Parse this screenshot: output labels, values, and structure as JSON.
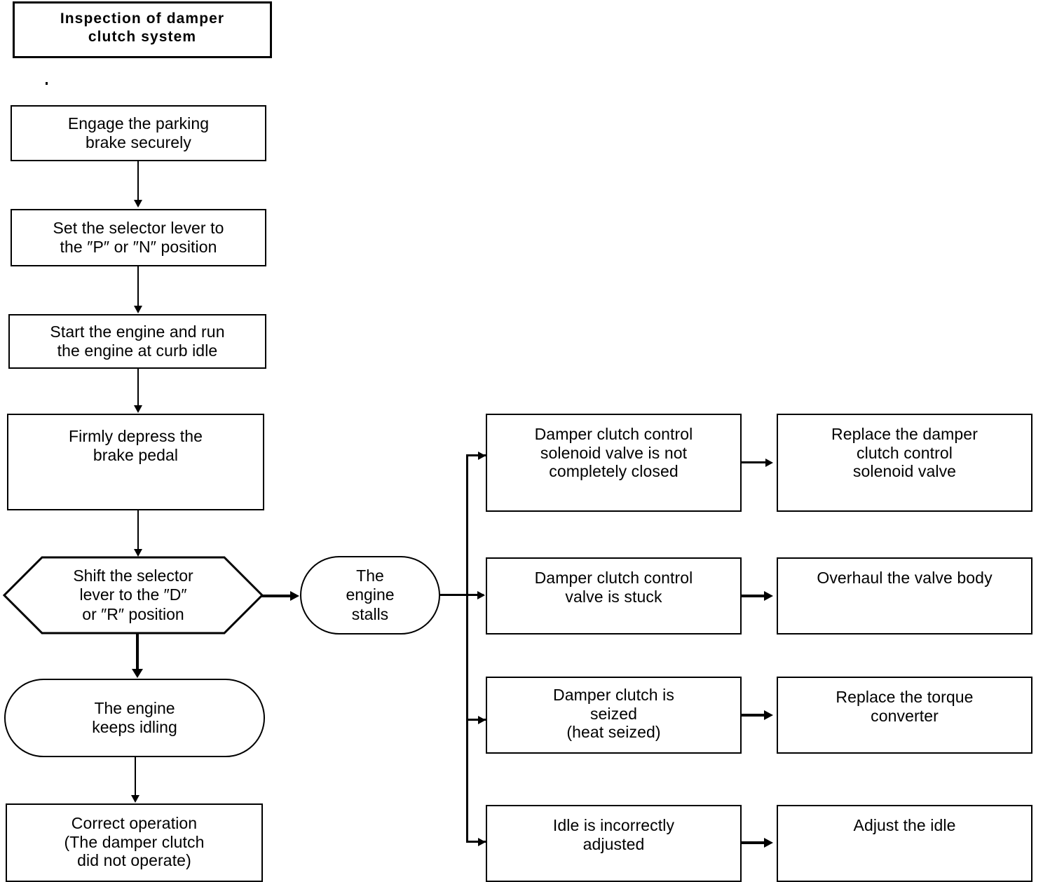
{
  "diagram": {
    "title": "Inspection of damper\nclutch system",
    "left_flow": [
      {
        "id": "engage-brake",
        "label": "Engage the parking\nbrake securely",
        "shape": "process"
      },
      {
        "id": "set-selector",
        "label": "Set the selector lever to\nthe ″P″ or ″N″ position",
        "shape": "process"
      },
      {
        "id": "start-engine",
        "label": "Start the engine and run\nthe engine at curb idle",
        "shape": "process"
      },
      {
        "id": "depress-brake",
        "label": "Firmly depress the\nbrake pedal",
        "shape": "process"
      },
      {
        "id": "shift-selector",
        "label": "Shift the selector\nlever to the ″D″\nor ″R″ position",
        "shape": "hexagon"
      },
      {
        "id": "engine-idles",
        "label": "The engine\nkeeps idling",
        "shape": "terminator"
      },
      {
        "id": "correct-operation",
        "label": "Correct operation\n(The damper clutch\ndid not operate)",
        "shape": "process"
      }
    ],
    "stall_node": {
      "id": "engine-stalls",
      "label": "The\nengine\nstalls",
      "shape": "terminator"
    },
    "causes": [
      {
        "id": "cause-solenoid",
        "label": "Damper clutch control\nsolenoid valve is not\ncompletely closed"
      },
      {
        "id": "cause-control-valve",
        "label": "Damper clutch control\nvalve is stuck"
      },
      {
        "id": "cause-seized",
        "label": "Damper clutch is\nseized\n(heat seized)"
      },
      {
        "id": "cause-idle",
        "label": "Idle is incorrectly\nadjusted"
      }
    ],
    "remedies": [
      {
        "id": "remedy-solenoid",
        "label": "Replace the damper\nclutch control\nsolenoid valve"
      },
      {
        "id": "remedy-valve-body",
        "label": "Overhaul the valve body"
      },
      {
        "id": "remedy-torque-converter",
        "label": "Replace the torque\nconverter"
      },
      {
        "id": "remedy-idle",
        "label": "Adjust the idle"
      }
    ],
    "colors": {
      "stroke": "#000000",
      "background": "#ffffff",
      "text": "#000000"
    }
  }
}
